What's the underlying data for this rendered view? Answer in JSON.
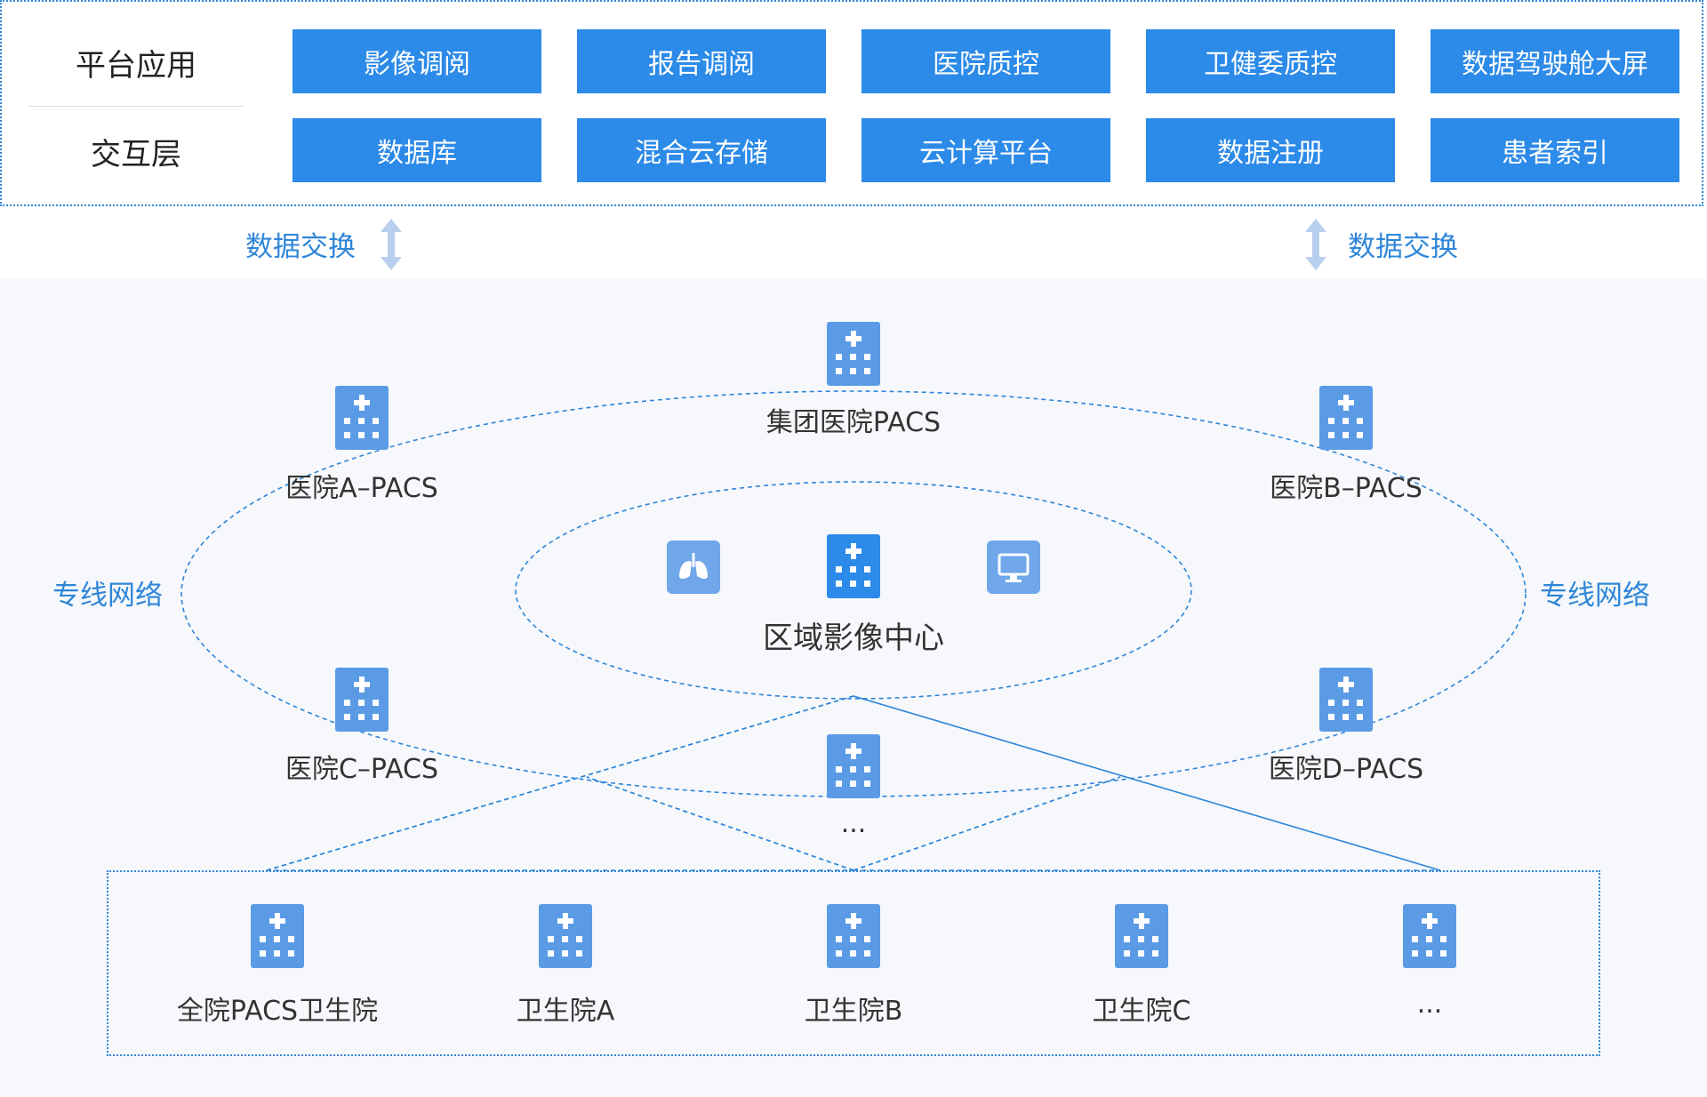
{
  "platform": {
    "row1_label": "平台应用",
    "row2_label": "交互层",
    "row1_buttons": [
      "影像调阅",
      "报告调阅",
      "医院质控",
      "卫健委质控",
      "数据驾驶舱大屏"
    ],
    "row2_buttons": [
      "数据库",
      "混合云存储",
      "云计算平台",
      "数据注册",
      "患者索引"
    ]
  },
  "exchange": {
    "left": "数据交换",
    "right": "数据交换"
  },
  "network": {
    "left": "专线网络",
    "right": "专线网络"
  },
  "nodes": {
    "group_pacs": "集团医院PACS",
    "hospital_a": "医院A–PACS",
    "hospital_b": "医院B–PACS",
    "hospital_c": "医院C–PACS",
    "hospital_d": "医院D–PACS",
    "center_more": "...",
    "regional_center": "区域影像中心"
  },
  "clinics": [
    "全院PACS卫生院",
    "卫生院A",
    "卫生院B",
    "卫生院C",
    "..."
  ],
  "colors": {
    "accent": "#2c8ae8",
    "icon": "#5b9be6",
    "icon_dark": "#2c8ae8",
    "line": "#2f86d8"
  },
  "icons": {
    "hospital": "hospital-icon",
    "lung": "lungs-icon",
    "monitor": "monitor-icon"
  }
}
